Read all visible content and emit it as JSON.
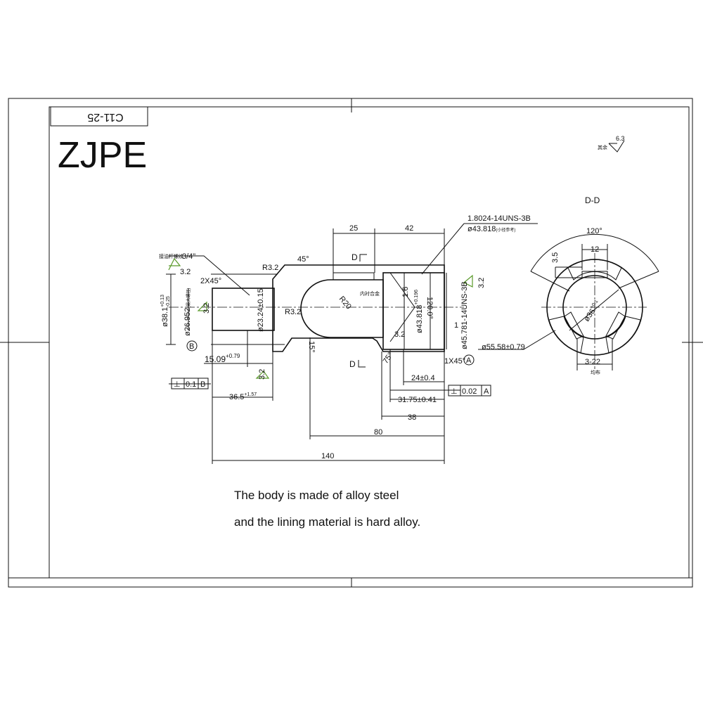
{
  "title_block": {
    "drawing_number": "C11-25",
    "company": "ZJPE"
  },
  "surface_finish": {
    "other_label": "其余",
    "other_value": "6.3"
  },
  "section_label": "D-D",
  "section_marks": {
    "top": "D",
    "bottom": "D"
  },
  "main_view": {
    "thread_callout": "1.8024-14UNS-3B",
    "thread_minor": "ø43.818",
    "thread_minor_note": "(小径参考)",
    "pipe_thread_label": "接油杆螺纹",
    "pipe_thread": "3/4\"",
    "lining_label": "内衬合金",
    "dims": {
      "d25": "25",
      "d42": "42",
      "r32a": "R3.2",
      "r32b": "R3.2",
      "a45": "45°",
      "a15": "15°",
      "chamfer2": "2X45°",
      "chamfer1": "1X45°",
      "dia38": "ø38.1",
      "dia38_tol_up": "+0.13",
      "dia38_tol_low": "-0.25",
      "dia26": "ø26.952",
      "dia26_note": "(最大螺径)",
      "dia23": "ø23.24±0.15",
      "r20": "R20",
      "dia43": "ø43.818",
      "dia43_tol": "+0.196",
      "dia43_tol_low": "0",
      "a120": "120.0°",
      "dia45": "ø45.781-14UNS-3B",
      "d1": "1",
      "dia55": "ø55.58±0.79",
      "a75": "75°",
      "d15": "15.09",
      "d15_tol": "+0.79",
      "d15_tol_low": "0",
      "d36": "36.5",
      "d36_tol": "+1.57",
      "d36_tol_low": "0",
      "d24": "24±0.4",
      "d31": "31.75±0.41",
      "d38": "38",
      "d80": "80",
      "d140": "140"
    },
    "roughness": [
      "3.2",
      "3.2",
      "3.2",
      "1.6",
      "3.2",
      "3.2"
    ],
    "datums": [
      "B",
      "A"
    ],
    "tolerances": [
      {
        "symbol": "⊥",
        "value": "0.1",
        "datum": "B"
      },
      {
        "symbol": "⊥",
        "value": "0.02",
        "datum": "A"
      }
    ]
  },
  "section_view": {
    "angle": "120°",
    "width": "12",
    "depth": "3.5",
    "dia": "ø36",
    "dia_tol": "+0.1",
    "slots": "3-22",
    "slots_note": "均布"
  },
  "notes": [
    "The body is made of alloy steel",
    "and the lining material is hard alloy."
  ]
}
